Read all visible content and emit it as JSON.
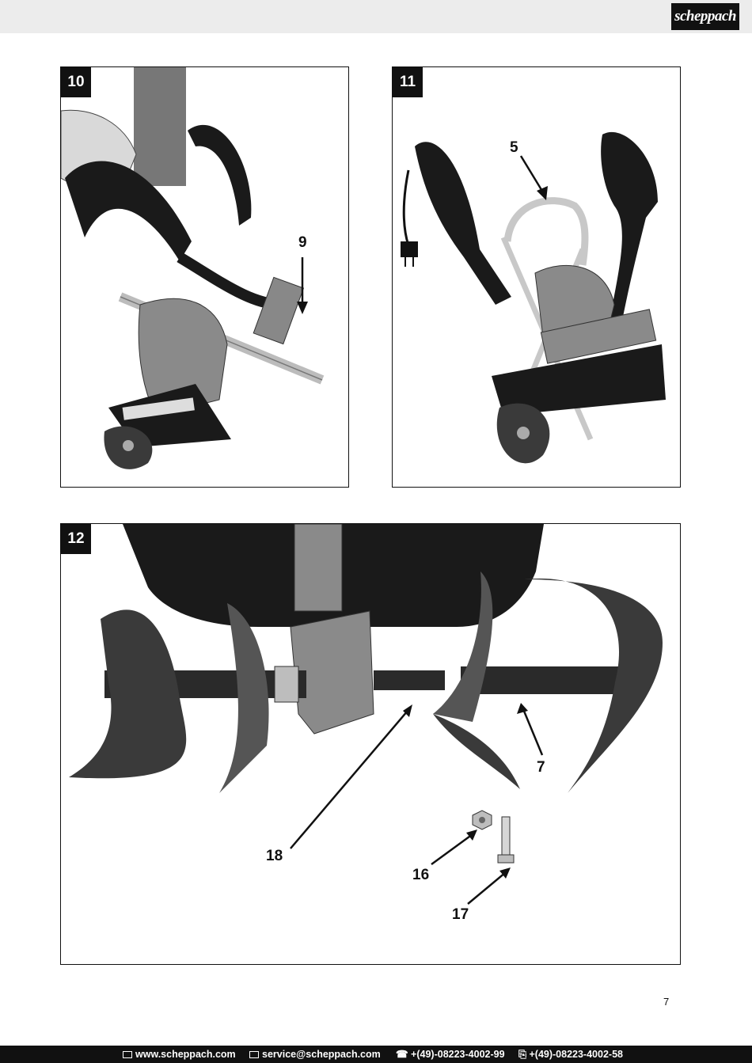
{
  "header": {
    "logo_text": "scheppach"
  },
  "figures": {
    "fig10": {
      "number": "10",
      "callouts": [
        "9"
      ]
    },
    "fig11": {
      "number": "11",
      "callouts": [
        "5"
      ]
    },
    "fig12": {
      "number": "12",
      "callouts": [
        "18",
        "7",
        "16",
        "17"
      ]
    }
  },
  "page_number": "7",
  "footer": {
    "website": "www.scheppach.com",
    "email": "service@scheppach.com",
    "phone": "+(49)-08223-4002-99",
    "fax": "+(49)-08223-4002-58"
  },
  "colors": {
    "dark": "#111111",
    "gray": "#8a8a8a",
    "silver": "#c8c8c8"
  }
}
